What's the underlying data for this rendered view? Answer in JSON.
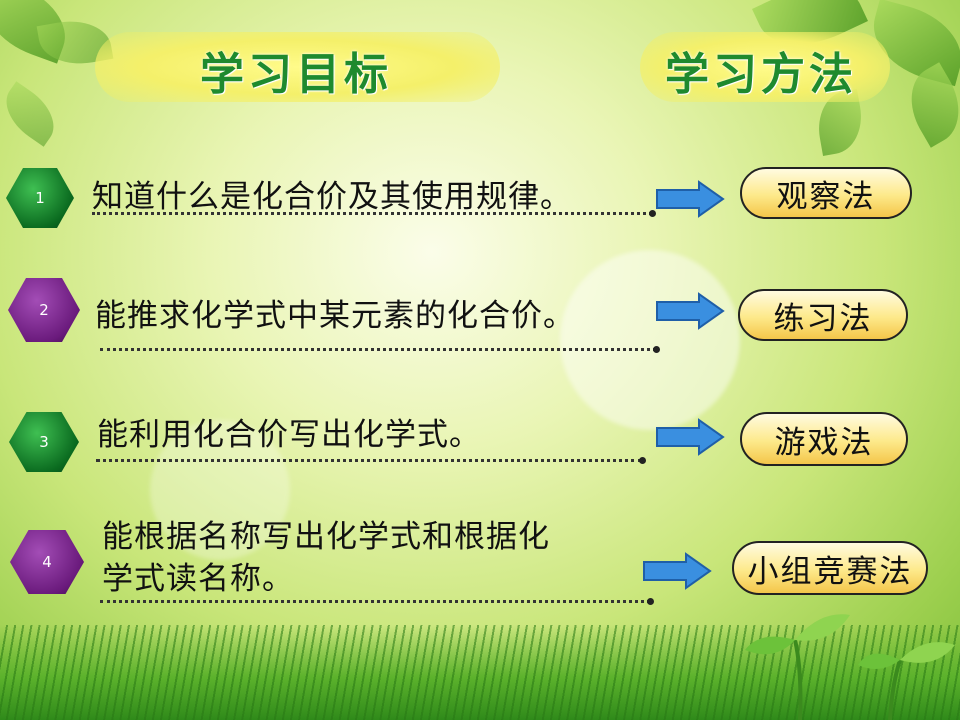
{
  "headers": {
    "goals": "学习目标",
    "methods": "学习方法"
  },
  "items": [
    {
      "num": "1",
      "goal_lines": [
        "知道什么是化合价及其使用规律。"
      ],
      "method": "观察法",
      "hex_color": "#0a6a1f"
    },
    {
      "num": "2",
      "goal_lines": [
        "能推求化学式中某元素的化合价。"
      ],
      "method": "练习法",
      "hex_color": "#6a1a7c"
    },
    {
      "num": "3",
      "goal_lines": [
        "能利用化合价写出化学式。"
      ],
      "method": "游戏法",
      "hex_color": "#0a6a1f"
    },
    {
      "num": "4",
      "goal_lines": [
        "能根据名称写出化学式和根据化",
        "学式读名称。"
      ],
      "method": "小组竞赛法",
      "hex_color": "#6a1a7c"
    }
  ],
  "colors": {
    "header_text": "#1e8a2e",
    "arrow": "#3a8fe0",
    "method_fill": "#fde98a"
  },
  "icons": {
    "arrow": "right-arrow-icon",
    "background": "leaves-and-grass-decoration"
  }
}
